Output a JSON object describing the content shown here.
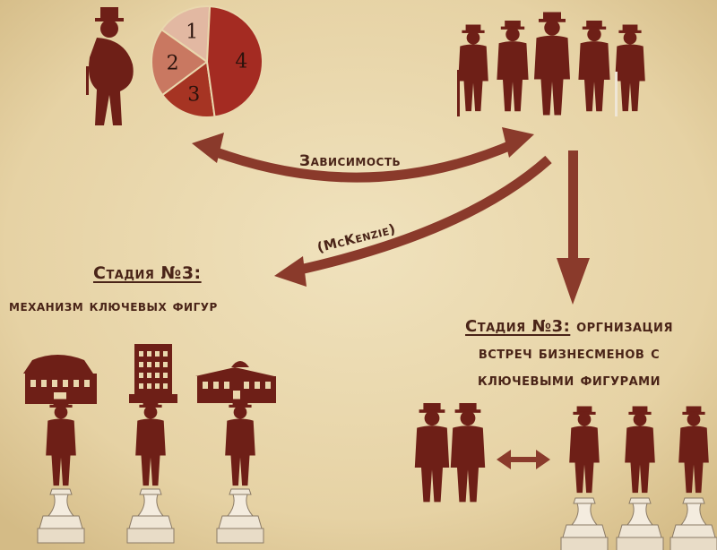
{
  "colors": {
    "background": "#e9d7ad",
    "figure": "#6e1f17",
    "arrow": "#8a3a2b",
    "text": "#4a2418",
    "pie_slices": [
      "#e2b8a2",
      "#c97861",
      "#a63423",
      "#a42b22"
    ]
  },
  "pie": {
    "slices": [
      {
        "label": "1",
        "value": 16
      },
      {
        "label": "2",
        "value": 20
      },
      {
        "label": "3",
        "value": 17
      },
      {
        "label": "4",
        "value": 47
      }
    ]
  },
  "labels": {
    "dependency": "Зависимость",
    "mckenzie": "(McKenzie)",
    "left_stage_title": "Стадия №3:",
    "left_stage_subtitle": "механизм ключевых фигур",
    "right_stage_title": "Стадия №3:",
    "right_stage_line1_rest": " оргнизация",
    "right_stage_line2": "встреч бизнесменов с",
    "right_stage_line3": "ключевыми фигурами"
  },
  "icons": {
    "tycoon": "tycoon-silhouette-icon",
    "businessmen": "businessmen-group-icon",
    "buildings": "building-icon",
    "key_figures": "key-figure-on-pedestal-icon",
    "exchange": "double-arrow-icon"
  }
}
